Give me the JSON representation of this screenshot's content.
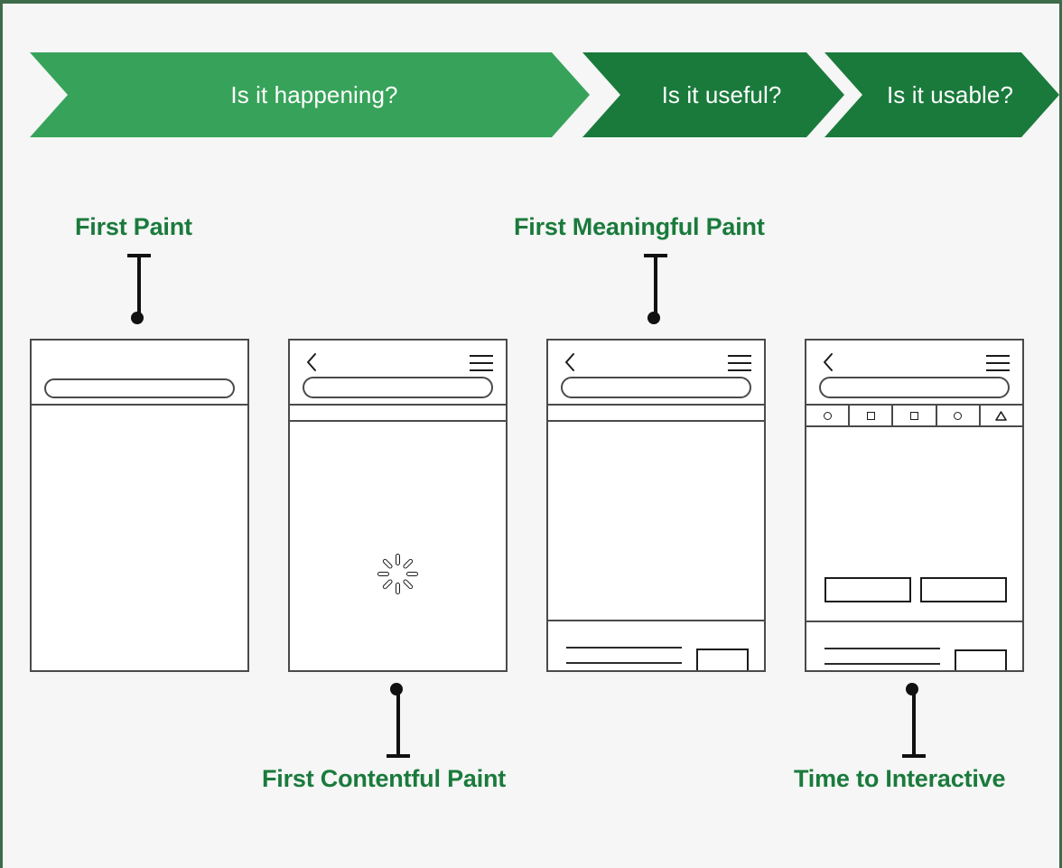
{
  "banner": {
    "stages": [
      {
        "label": "Is it happening?",
        "color": "#37a35a"
      },
      {
        "label": "Is it useful?",
        "color": "#1a7a3c"
      },
      {
        "label": "Is it usable?",
        "color": "#1a7a3c"
      }
    ]
  },
  "metrics": [
    {
      "id": "first-paint",
      "label": "First Paint",
      "position": "above",
      "color": "#1a7a3c"
    },
    {
      "id": "first-meaningful-paint",
      "label": "First Meaningful Paint",
      "position": "above",
      "color": "#1a7a3c"
    },
    {
      "id": "first-contentful-paint",
      "label": "First Contentful Paint",
      "position": "below",
      "color": "#1a7a3c"
    },
    {
      "id": "time-to-interactive",
      "label": "Time to Interactive",
      "position": "below",
      "color": "#1a7a3c"
    }
  ],
  "phones": [
    {
      "id": "phone-first-paint",
      "metric": "First Paint",
      "has_back_icon": false,
      "has_menu_icon": false,
      "has_url_bar": true,
      "has_strip": false,
      "has_toolbar": false,
      "has_spinner": false,
      "has_content": false,
      "has_buttons": false
    },
    {
      "id": "phone-first-contentful-paint",
      "metric": "First Contentful Paint",
      "has_back_icon": true,
      "has_menu_icon": true,
      "has_url_bar": true,
      "has_strip": true,
      "has_toolbar": false,
      "has_spinner": true,
      "has_content": false,
      "has_buttons": false
    },
    {
      "id": "phone-first-meaningful-paint",
      "metric": "First Meaningful Paint",
      "has_back_icon": true,
      "has_menu_icon": true,
      "has_url_bar": true,
      "has_strip": true,
      "has_toolbar": false,
      "has_spinner": false,
      "has_content": true,
      "has_buttons": false
    },
    {
      "id": "phone-time-to-interactive",
      "metric": "Time to Interactive",
      "has_back_icon": true,
      "has_menu_icon": true,
      "has_url_bar": true,
      "has_strip": false,
      "has_toolbar": true,
      "has_spinner": false,
      "has_content": true,
      "has_buttons": true
    }
  ],
  "toolbar_icons": [
    "circle-icon",
    "square-icon",
    "square-icon",
    "circle-icon",
    "triangle-icon"
  ],
  "icons": {
    "back": "chevron-left-icon",
    "menu": "hamburger-menu-icon",
    "url": "url-bar",
    "spinner": "loading-spinner-icon"
  },
  "colors": {
    "page_background": "#f5f6f5",
    "page_border": "#3e6b4a",
    "stage_light": "#37a35a",
    "stage_dark": "#1a7a3c",
    "label_green": "#1a7a3c",
    "wireframe_stroke": "#4a4a4a",
    "pointer": "#111111"
  }
}
